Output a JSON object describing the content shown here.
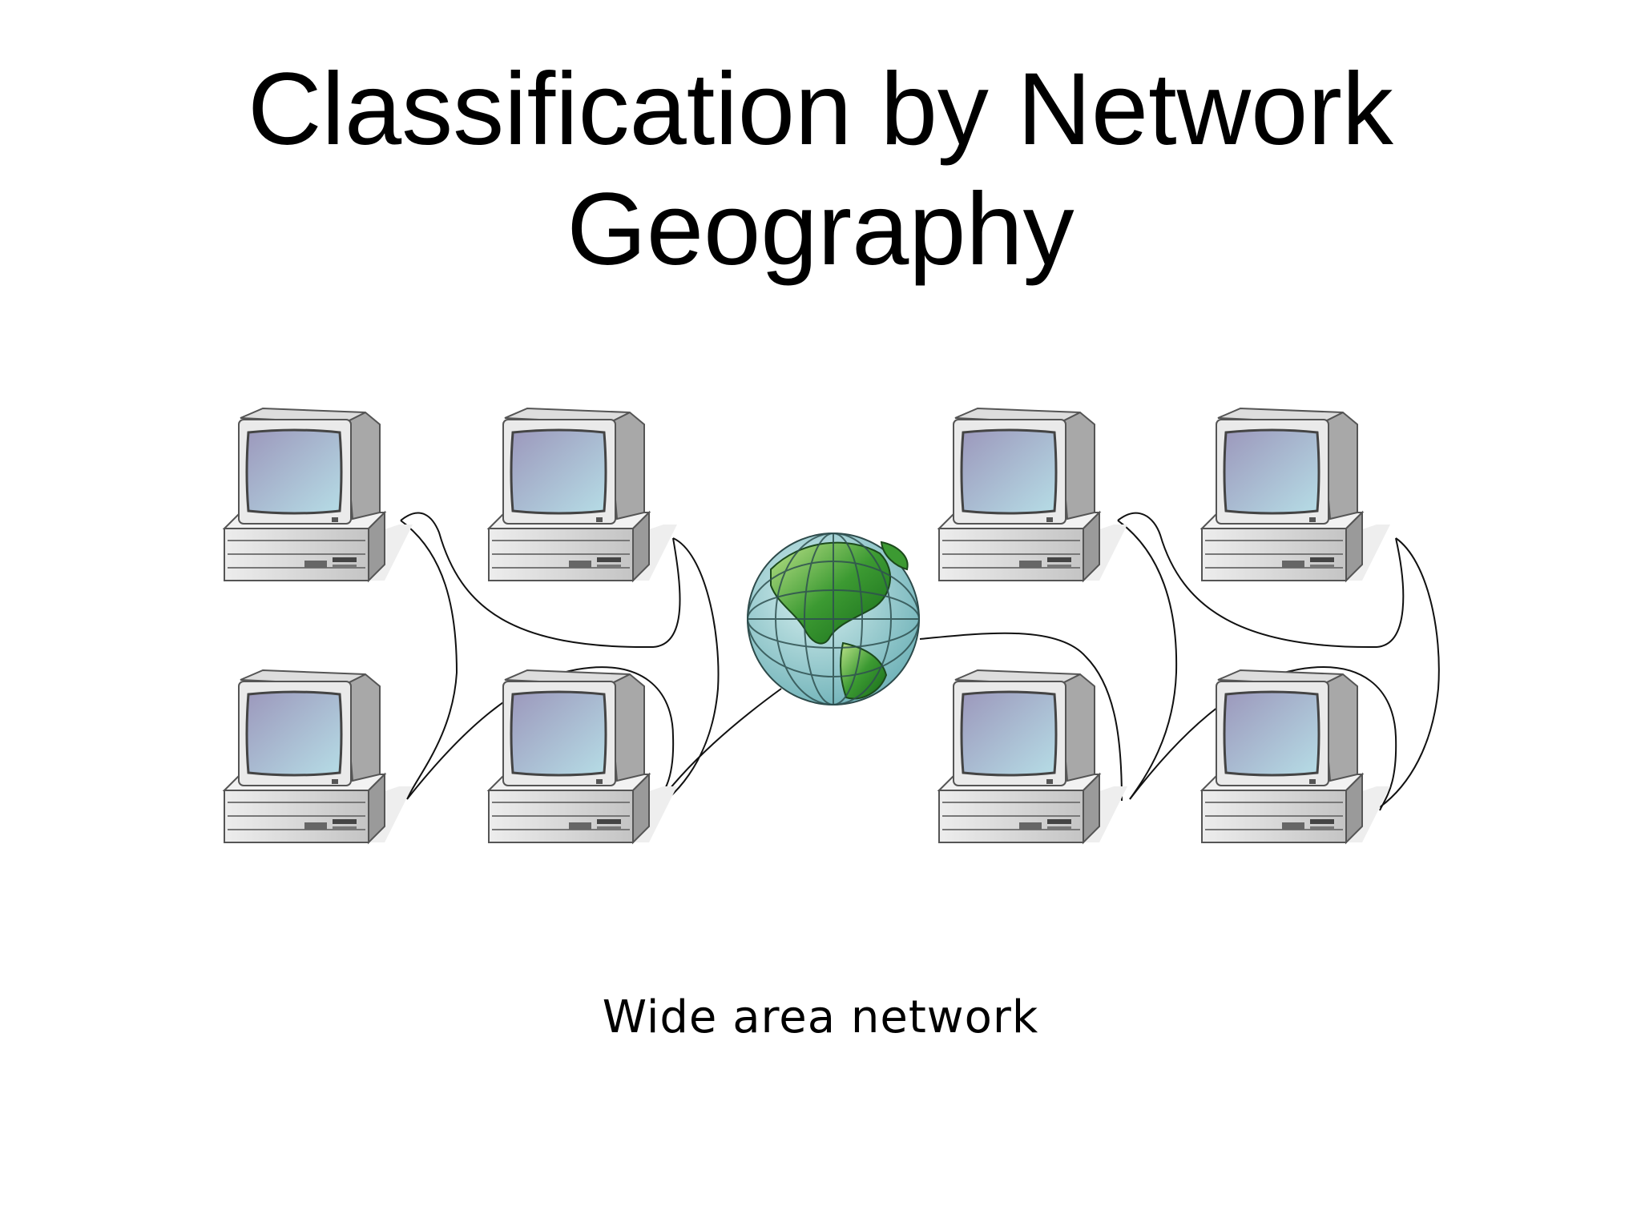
{
  "slide": {
    "title_line1": "Classification by Network",
    "title_line2": "Geography",
    "caption": "Wide area network"
  },
  "diagram": {
    "nodes": [
      {
        "id": "pc-left-top-left",
        "icon": "desktop-computer-icon"
      },
      {
        "id": "pc-left-top-right",
        "icon": "desktop-computer-icon"
      },
      {
        "id": "pc-left-bottom-left",
        "icon": "desktop-computer-icon"
      },
      {
        "id": "pc-left-bottom-right",
        "icon": "desktop-computer-icon"
      },
      {
        "id": "globe",
        "icon": "globe-icon"
      },
      {
        "id": "pc-right-top-left",
        "icon": "desktop-computer-icon"
      },
      {
        "id": "pc-right-top-right",
        "icon": "desktop-computer-icon"
      },
      {
        "id": "pc-right-bottom-left",
        "icon": "desktop-computer-icon"
      },
      {
        "id": "pc-right-bottom-right",
        "icon": "desktop-computer-icon"
      }
    ],
    "colors": {
      "screen": "#a9b8d8",
      "case": "#e3e3e3",
      "globe_ocean": "#a6d4d8",
      "globe_land": "#2c8a2c"
    }
  }
}
